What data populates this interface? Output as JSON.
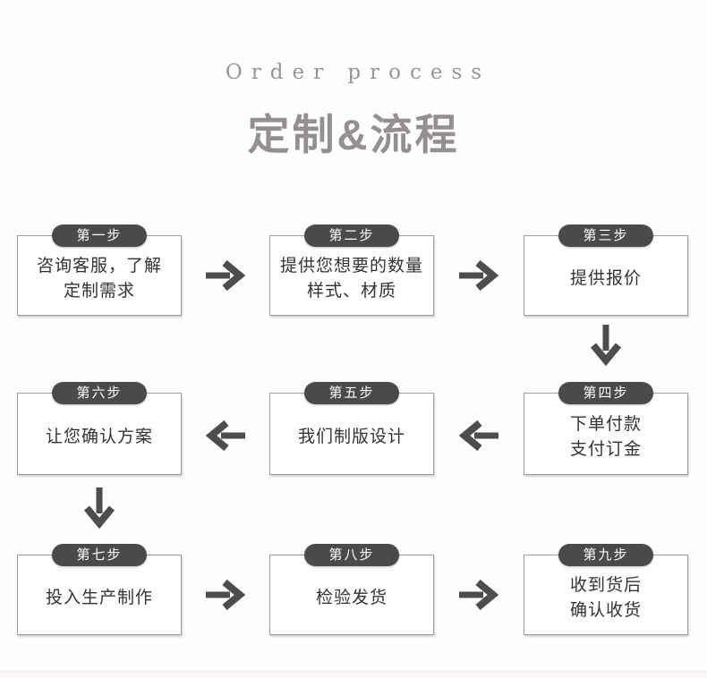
{
  "header": {
    "subtitle": "Order process",
    "title": "定制&流程"
  },
  "steps": [
    {
      "badge": "第一步",
      "lines": [
        "咨询客服，了解",
        "定制需求"
      ]
    },
    {
      "badge": "第二步",
      "lines": [
        "提供您想要的数量",
        "样式、材质"
      ]
    },
    {
      "badge": "第三步",
      "lines": [
        "提供报价"
      ]
    },
    {
      "badge": "第四步",
      "lines": [
        "下单付款",
        "支付订金"
      ]
    },
    {
      "badge": "第五步",
      "lines": [
        "我们制版设计"
      ]
    },
    {
      "badge": "第六步",
      "lines": [
        "让您确认方案"
      ]
    },
    {
      "badge": "第七步",
      "lines": [
        "投入生产制作"
      ]
    },
    {
      "badge": "第八步",
      "lines": [
        "检验发货"
      ]
    },
    {
      "badge": "第九步",
      "lines": [
        "收到货后",
        "确认收货"
      ]
    }
  ],
  "flow": {
    "row1_direction": "left-to-right",
    "row2_direction": "right-to-left",
    "row3_direction": "left-to-right"
  },
  "colors": {
    "badge_background": "#4a4a4a",
    "badge_text": "#ffffff",
    "box_border": "#9e9e9e",
    "arrow": "#4d4d4d",
    "title_text": "#949090",
    "subtitle_text": "#989494",
    "step_text": "#333333",
    "background": "#fffefe"
  }
}
